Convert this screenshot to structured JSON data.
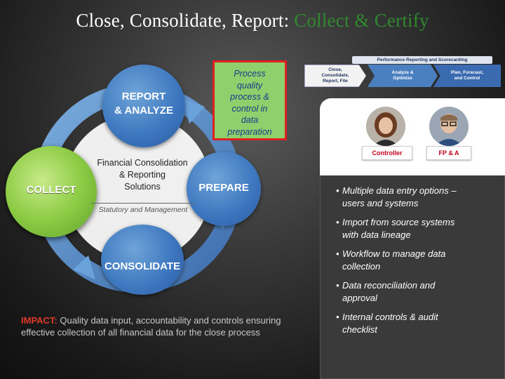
{
  "title": {
    "main": "Close, Consolidate, Report: ",
    "highlight": "Collect & Certify"
  },
  "cycle": {
    "report": [
      "REPORT",
      "& ANALYZE"
    ],
    "prepare": "PREPARE",
    "consolidate": "CONSOLIDATE",
    "collect": "COLLECT",
    "center": [
      "Financial Consolidation",
      "& Reporting",
      "Solutions"
    ],
    "center_sub": "Statutory and Management"
  },
  "process_box": [
    "Process",
    "quality",
    "process &",
    "control in",
    "data",
    "preparation"
  ],
  "chevrons": {
    "title": "Performance Reporting and Scorecarding",
    "step1": [
      "Close,",
      "Consolidate,",
      "Report, File"
    ],
    "step2": [
      "Analyze &",
      "Optimize"
    ],
    "step3": [
      "Plan, Forecast,",
      "and Control"
    ]
  },
  "roles": {
    "controller": "Controller",
    "fpa": "FP & A"
  },
  "bullets": [
    [
      "Multiple data entry options –",
      "users and systems"
    ],
    [
      "Import from source systems",
      "with data lineage"
    ],
    [
      "Workflow to manage data",
      "collection"
    ],
    [
      "Data reconciliation and",
      "approval"
    ],
    [
      "Internal controls & audit",
      "checklist"
    ]
  ],
  "impact": {
    "lead": "IMPACT:",
    "text": "  Quality data input, accountability and controls ensuring effective collection of all financial data for the close process"
  },
  "colors": {
    "title_highlight": "#2f8a2f",
    "impact_lead": "#e03a2a",
    "process_box_fill": "#8ed16c",
    "process_box_border": "#e02020",
    "cycle_blue": "#3f79c0",
    "collect_green": "#8dcc45"
  }
}
